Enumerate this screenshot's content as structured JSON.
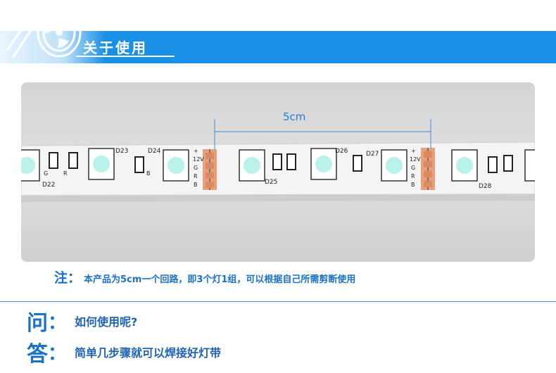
{
  "header": {
    "title": "关于使用",
    "logo_icon": "reel-icon"
  },
  "photo": {
    "dimension_label": "5cm",
    "pcb_labels": [
      "D22",
      "D23",
      "D24",
      "D25",
      "D26",
      "D27",
      "D28"
    ],
    "pin_labels": [
      "+",
      "12V",
      "G",
      "R",
      "B"
    ],
    "chip_pin_labels": [
      "G",
      "R",
      "B"
    ]
  },
  "note": {
    "prefix": "注：",
    "text": "本产品为5cm一个回路，即3个灯1组，可以根据自己所需剪断使用"
  },
  "qa": {
    "question_mark": "问",
    "question_text": "如何使用呢?",
    "answer_mark": "答",
    "answer_text": "简单几步骤就可以焊接好灯带"
  },
  "colors": {
    "banner": "#1a8fe6",
    "accent_text": "#1a72c8",
    "pad": "#e8a07a"
  }
}
